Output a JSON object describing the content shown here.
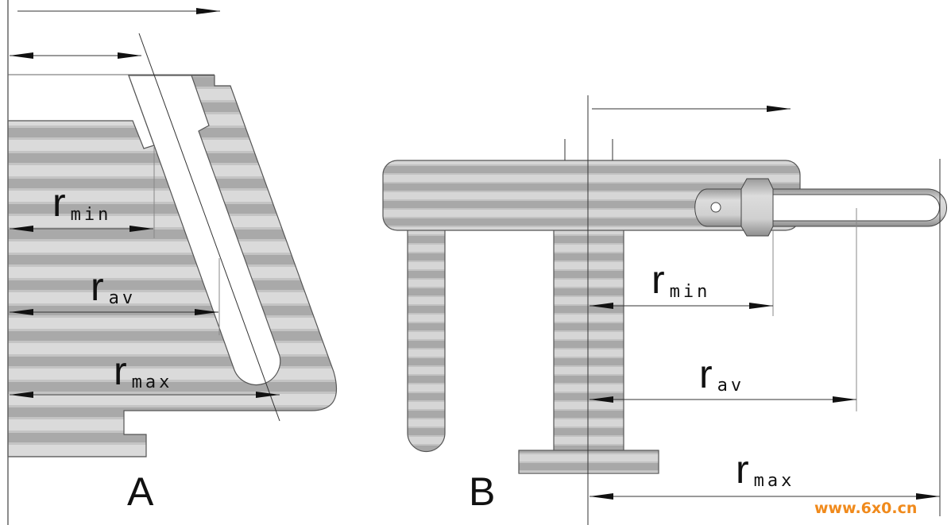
{
  "figure_a": {
    "label": "A",
    "r_min": {
      "r": "r",
      "sub": "min"
    },
    "r_av": {
      "r": "r",
      "sub": "av"
    },
    "r_max": {
      "r": "r",
      "sub": "max"
    }
  },
  "figure_b": {
    "label": "B",
    "r_min": {
      "r": "r",
      "sub": "min"
    },
    "r_av": {
      "r": "r",
      "sub": "av"
    },
    "r_max": {
      "r": "r",
      "sub": "max"
    }
  },
  "watermark": "www.6x0.cn",
  "colors": {
    "stripe_dark": "#a8a8a8",
    "stripe_light": "#d9d9d9",
    "watermark": "#f08a1c"
  }
}
